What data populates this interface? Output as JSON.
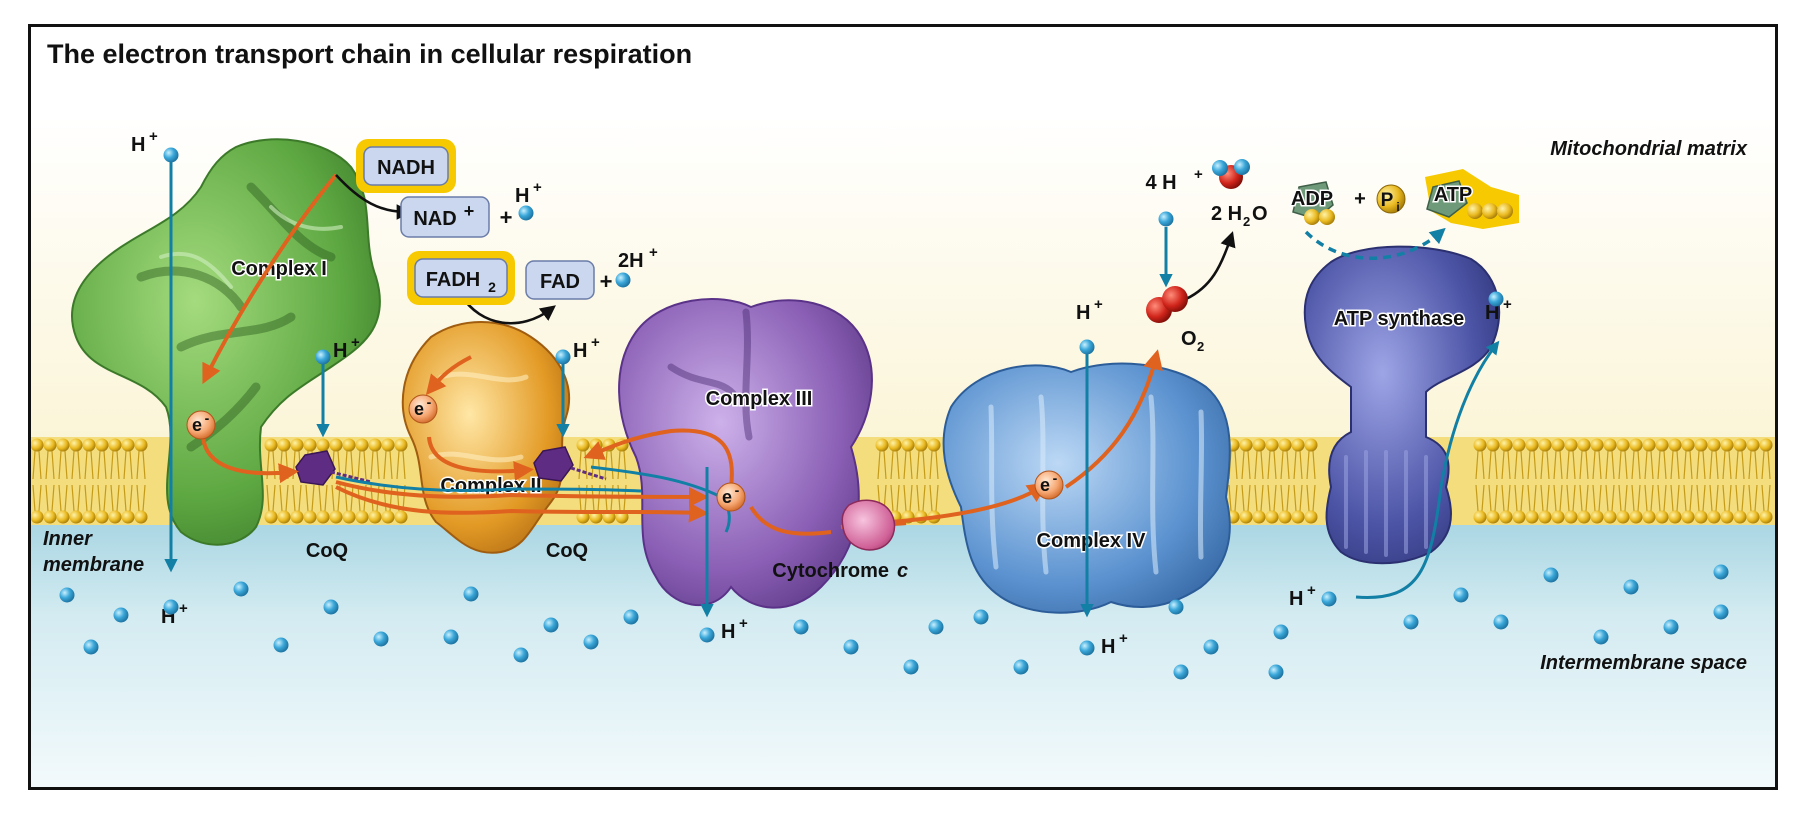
{
  "title": "The electron transport chain in cellular respiration",
  "regions": {
    "matrix": "Mitochondrial matrix",
    "inner_membrane": [
      "Inner",
      "membrane"
    ],
    "intermembrane": "Intermembrane space"
  },
  "complexes": {
    "c1": "Complex I",
    "c2": "Complex II",
    "c3": "Complex III",
    "c4": "Complex IV",
    "synthase": "ATP synthase",
    "cytc": "Cytochrome",
    "cytc_italic": "c",
    "coq": "CoQ"
  },
  "molecules": {
    "nadh": "NADH",
    "nad": "NAD",
    "nad_sup": "+",
    "fadh": "FADH",
    "fadh_sub": "2",
    "fad": "FAD",
    "adp": "ADP",
    "atp": "ATP",
    "p": "P",
    "p_sub": "i",
    "plus": "+",
    "o2": "O",
    "o2_sub": "2",
    "water_pre": "2 H",
    "water_sub": "2",
    "water_post": "O"
  },
  "ions": {
    "h": "H",
    "h_sup": "+",
    "two_h": "2H",
    "four_h": "4 H"
  },
  "electron": {
    "e": "e",
    "sup": "-"
  },
  "colors": {
    "membrane": "#f0d260",
    "head_group": "#e7b820",
    "ims": "#d4ebf0",
    "proton": "#3aa7d9",
    "arrow_orange": "#e0621f",
    "arrow_teal": "#127fa5",
    "complex1": "#5ea842",
    "complex2": "#e39a25",
    "complex3": "#8a5fb5",
    "complex4": "#5c93d0",
    "synthase": "#4c54a6",
    "coq": "#5e2c82",
    "nadh_border": "#f6c900",
    "box_fill": "#cad7ee"
  }
}
